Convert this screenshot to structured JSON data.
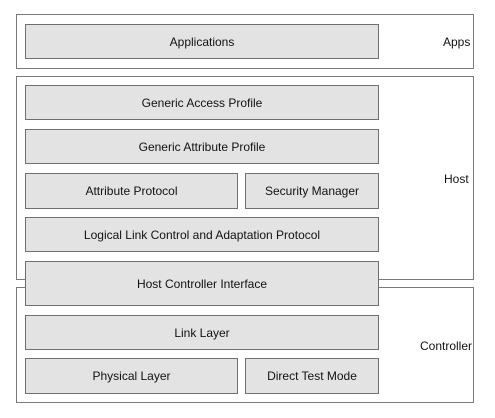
{
  "layers": {
    "apps": {
      "label": "Apps",
      "blocks": {
        "applications": "Applications"
      }
    },
    "host": {
      "label": "Host",
      "blocks": {
        "generic_access_profile": "Generic Access Profile",
        "generic_attribute_profile": "Generic Attribute Profile",
        "attribute_protocol": "Attribute Protocol",
        "security_manager": "Security Manager",
        "l2cap": "Logical Link Control and Adaptation Protocol"
      }
    },
    "interface": {
      "blocks": {
        "hci": "Host Controller Interface"
      }
    },
    "controller": {
      "label": "Controller",
      "blocks": {
        "link_layer": "Link Layer",
        "physical_layer": "Physical Layer",
        "direct_test_mode": "Direct Test Mode"
      }
    }
  }
}
